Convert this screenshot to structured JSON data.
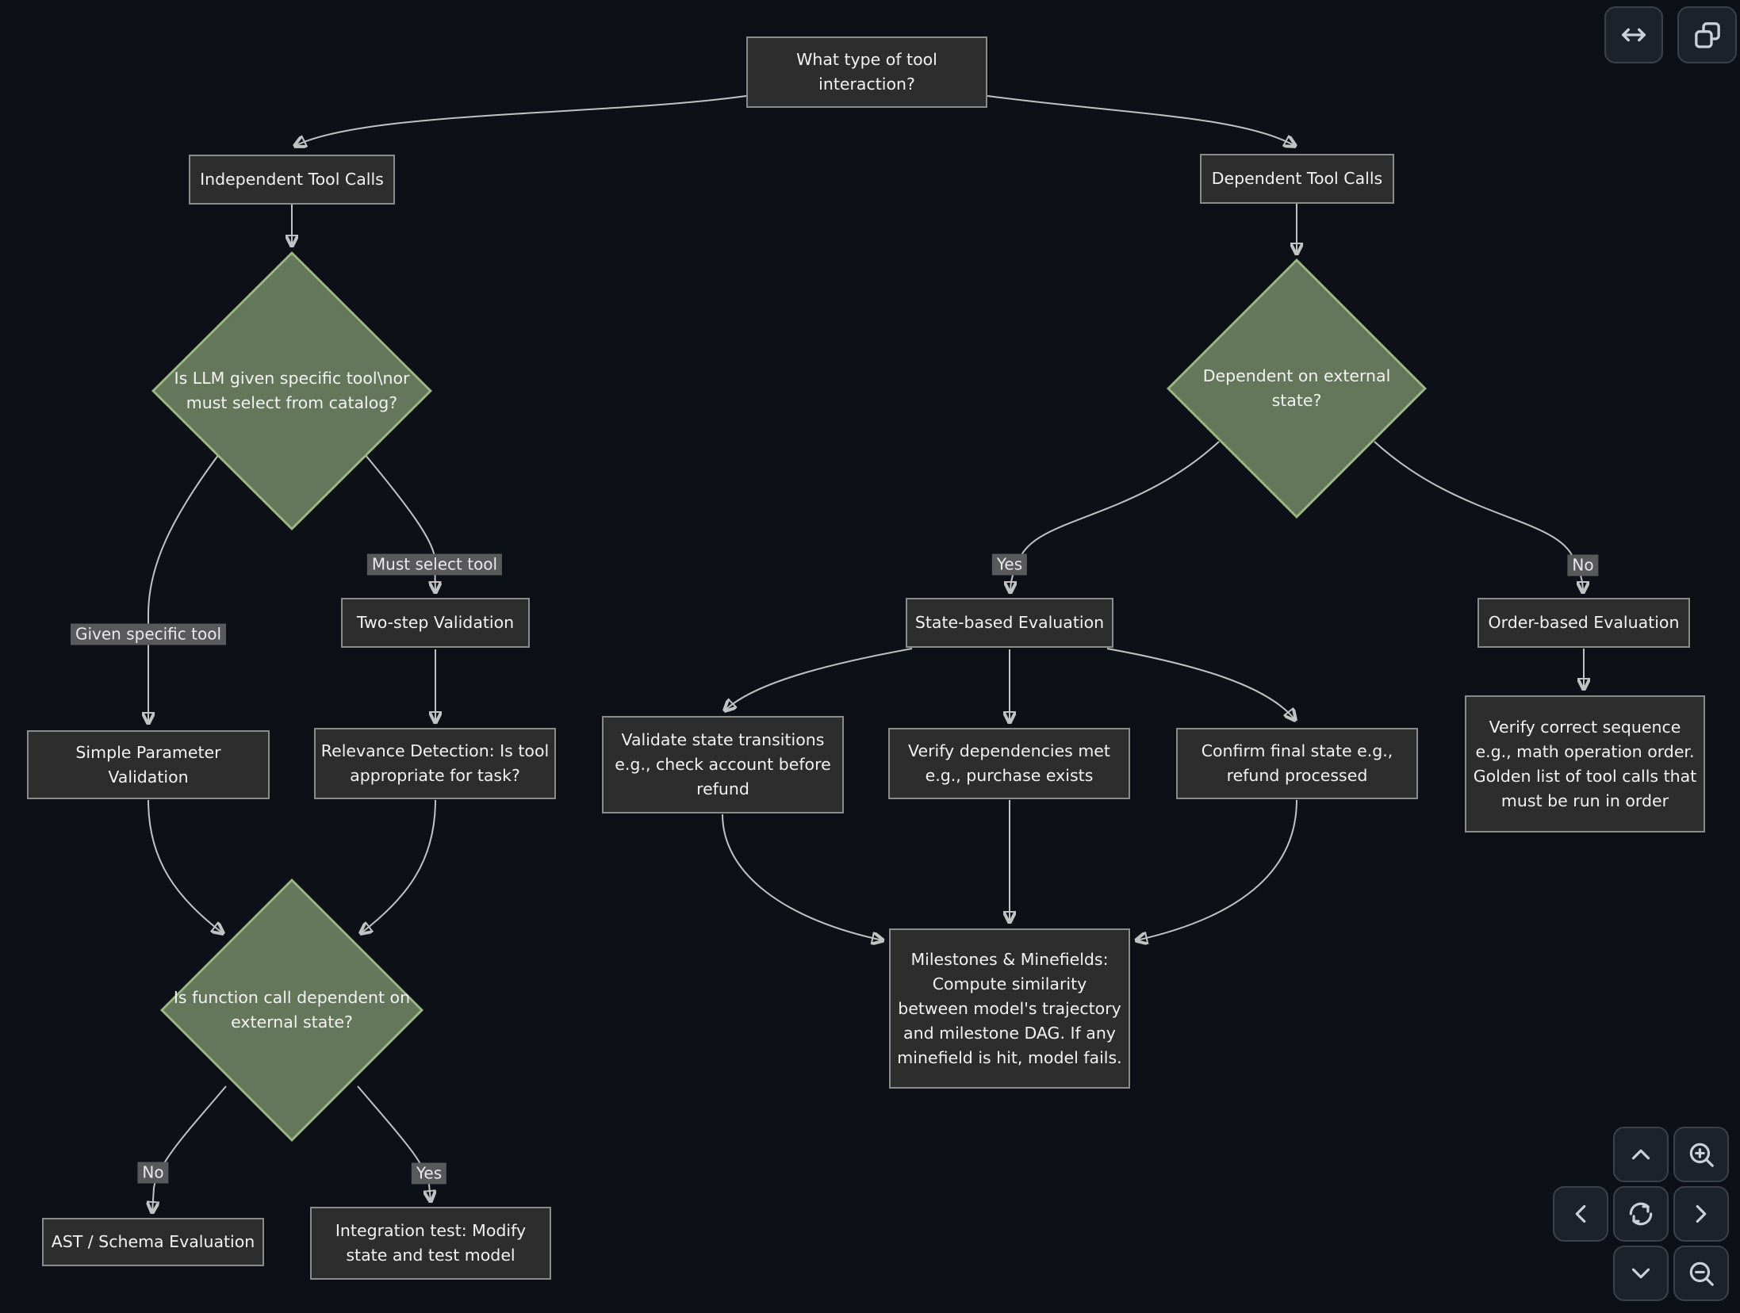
{
  "diagram": {
    "nodes": {
      "title": {
        "label": "What type of tool interaction?"
      },
      "independent": {
        "label": "Independent Tool Calls"
      },
      "dependent": {
        "label": "Dependent Tool Calls"
      },
      "decision_catalog": {
        "label": "Is LLM given specific tool\\nor must select from catalog?"
      },
      "two_step": {
        "label": "Two-step Validation"
      },
      "simple_param": {
        "label": "Simple Parameter Validation"
      },
      "relevance": {
        "label": "Relevance Detection: Is tool appropriate for task?"
      },
      "decision_funcdep": {
        "label": "Is function call dependent on external state?"
      },
      "ast": {
        "label": "AST / Schema Evaluation"
      },
      "integration": {
        "label": "Integration test: Modify state and test model"
      },
      "decision_extstate": {
        "label": "Dependent on external state?"
      },
      "state_based": {
        "label": "State-based Evaluation"
      },
      "order_based": {
        "label": "Order-based Evaluation"
      },
      "validate_state": {
        "label": "Validate state transitions e.g., check account before refund"
      },
      "verify_deps": {
        "label": "Verify dependencies met e.g., purchase exists"
      },
      "confirm_final": {
        "label": "Confirm final state e.g., refund processed"
      },
      "milestones": {
        "label": "Milestones & Minefields: Compute similarity between model's trajectory and milestone DAG. If any minefield is hit, model fails."
      },
      "verify_sequence": {
        "label": "Verify correct sequence e.g., math operation order. Golden list of tool calls that must be run in order"
      }
    },
    "edge_labels": {
      "given_specific": "Given specific tool",
      "must_select": "Must select tool",
      "yes_state": "Yes",
      "no_order": "No",
      "no_ast": "No",
      "yes_integration": "Yes"
    },
    "edges": [
      {
        "from": "title",
        "to": "independent",
        "label": ""
      },
      {
        "from": "title",
        "to": "dependent",
        "label": ""
      },
      {
        "from": "independent",
        "to": "decision_catalog",
        "label": ""
      },
      {
        "from": "decision_catalog",
        "to": "simple_param",
        "label": "Given specific tool"
      },
      {
        "from": "decision_catalog",
        "to": "two_step",
        "label": "Must select tool"
      },
      {
        "from": "two_step",
        "to": "relevance",
        "label": ""
      },
      {
        "from": "simple_param",
        "to": "decision_funcdep",
        "label": ""
      },
      {
        "from": "relevance",
        "to": "decision_funcdep",
        "label": ""
      },
      {
        "from": "decision_funcdep",
        "to": "ast",
        "label": "No"
      },
      {
        "from": "decision_funcdep",
        "to": "integration",
        "label": "Yes"
      },
      {
        "from": "dependent",
        "to": "decision_extstate",
        "label": ""
      },
      {
        "from": "decision_extstate",
        "to": "state_based",
        "label": "Yes"
      },
      {
        "from": "decision_extstate",
        "to": "order_based",
        "label": "No"
      },
      {
        "from": "state_based",
        "to": "validate_state",
        "label": ""
      },
      {
        "from": "state_based",
        "to": "verify_deps",
        "label": ""
      },
      {
        "from": "state_based",
        "to": "confirm_final",
        "label": ""
      },
      {
        "from": "validate_state",
        "to": "milestones",
        "label": ""
      },
      {
        "from": "verify_deps",
        "to": "milestones",
        "label": ""
      },
      {
        "from": "confirm_final",
        "to": "milestones",
        "label": ""
      },
      {
        "from": "order_based",
        "to": "verify_sequence",
        "label": ""
      }
    ],
    "colors": {
      "background": "#0d1117",
      "node_fill": "#2d2d2d",
      "node_border": "#8b8b8b",
      "decision_fill": "#64775b",
      "decision_border": "#9cb885",
      "edge": "#c2c2c2",
      "edge_label_bg": "#59595b",
      "text": "#f2f2f2",
      "button_bg": "#1c222a",
      "button_border": "#3a414b",
      "button_icon": "#c9d2da"
    }
  },
  "controls": {
    "expand_icon": "left-right-arrow",
    "copy_icon": "copy",
    "pan_up_icon": "chevron-up",
    "pan_down_icon": "chevron-down",
    "pan_left_icon": "chevron-left",
    "pan_right_icon": "chevron-right",
    "reset_icon": "refresh",
    "zoom_in_icon": "magnifier-plus",
    "zoom_out_icon": "magnifier-minus"
  }
}
